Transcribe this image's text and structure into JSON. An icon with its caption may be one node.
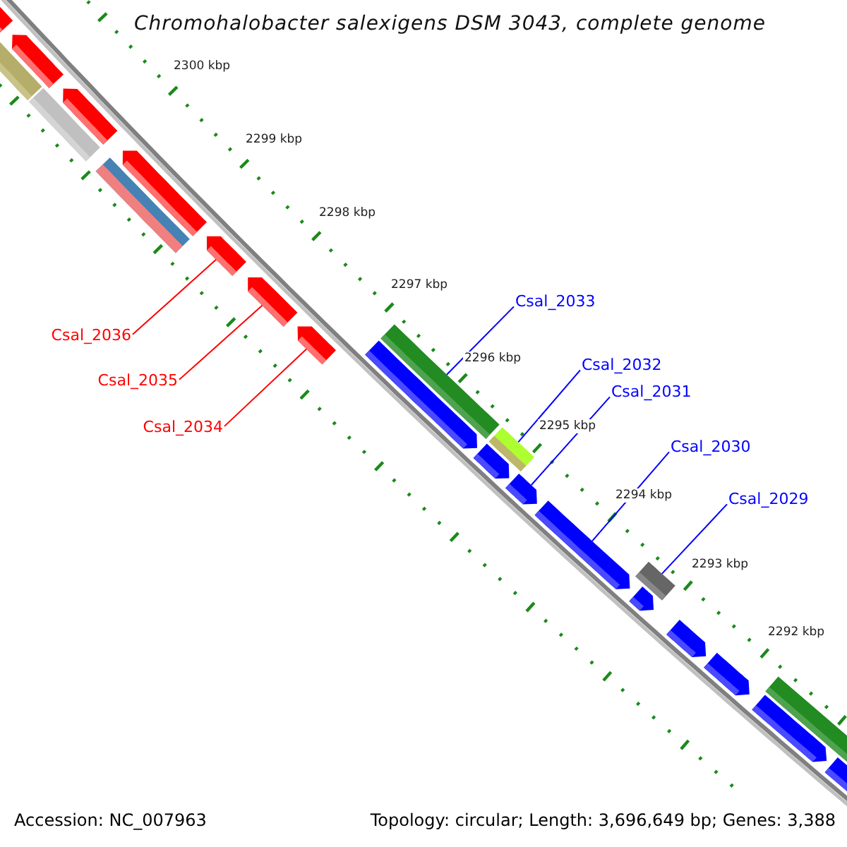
{
  "diagram": {
    "title": "Chromohalobacter salexigens DSM 3043, complete genome",
    "nodes": [
      {
        "text": [
          "Csal_2036"
        ]
      },
      {
        "text": [
          "Csal_2035"
        ]
      },
      {
        "text": [
          "Csal_2034"
        ]
      },
      {
        "text": [
          "Csal_2033"
        ]
      },
      {
        "text": [
          "Csal_2032"
        ]
      },
      {
        "text": [
          "Csal_2031"
        ]
      },
      {
        "text": [
          "Csal_2030"
        ]
      },
      {
        "text": [
          "Csal_2029"
        ]
      },
      {
        "text": [],
        "shape": "arrow"
      },
      {
        "text": [],
        "shape": "bar"
      },
      {
        "text": [],
        "shape": "arrow"
      },
      {
        "text": [],
        "shape": "bar"
      },
      {
        "text": [],
        "shape": "arrow"
      },
      {
        "text": [],
        "shape": "bar"
      },
      {
        "text": [],
        "shape": "arrow"
      },
      {
        "text": [],
        "shape": "arrow"
      },
      {
        "text": [],
        "shape": "arrow"
      },
      {
        "text": [],
        "shape": "arrow"
      },
      {
        "text": [],
        "shape": "bar"
      },
      {
        "text": [],
        "shape": "arrow"
      },
      {
        "text": [],
        "shape": "bar"
      },
      {
        "text": [],
        "shape": "arrow"
      },
      {
        "text": [],
        "shape": "arrow"
      },
      {
        "text": [],
        "shape": "arrow"
      },
      {
        "text": [],
        "shape": "bar"
      },
      {
        "text": [],
        "shape": "arrow"
      },
      {
        "text": [],
        "shape": "arrow"
      },
      {
        "text": [],
        "shape": "arrow"
      },
      {
        "text": [],
        "shape": "bar"
      },
      {
        "text": [],
        "shape": "arrow"
      },
      {
        "text": [],
        "shape": "arrow"
      }
    ],
    "edges": [
      {
        "from": 0,
        "to": 15,
        "arrow": "none",
        "color": "#ff0000"
      },
      {
        "from": 1,
        "to": 16,
        "arrow": "none",
        "color": "#ff0000"
      },
      {
        "from": 2,
        "to": 17,
        "arrow": "none",
        "color": "#ff0000"
      },
      {
        "from": 3,
        "to": 18,
        "arrow": "none"
      },
      {
        "from": 4,
        "to": 20,
        "arrow": "none"
      },
      {
        "from": 5,
        "to": 22,
        "arrow": "none"
      },
      {
        "from": 6,
        "to": 23,
        "arrow": "none"
      },
      {
        "from": 7,
        "to": 24,
        "arrow": "none"
      }
    ],
    "labels": [
      "2300 kbp",
      "2299 kbp",
      "2298 kbp",
      "2297 kbp",
      "2296 kbp",
      "2295 kbp",
      "2294 kbp",
      "2293 kbp",
      "2292 kbp",
      "Accession: NC_007963",
      "Topology: circular; Length: 3,696,649 bp; Genes: 3,388"
    ]
  }
}
